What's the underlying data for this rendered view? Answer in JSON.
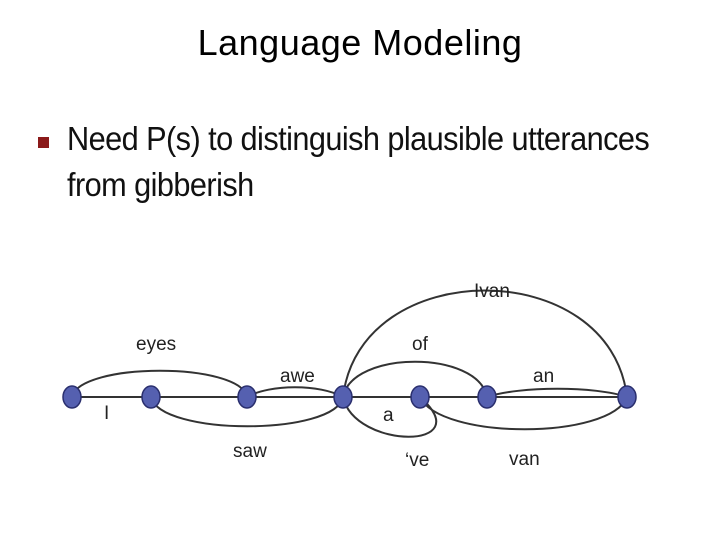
{
  "slide": {
    "title": "Language Modeling",
    "bullet_text": "Need P(s) to distinguish plausible utterances from gibberish"
  },
  "colors": {
    "bullet": "#8b1a1a",
    "node_fill": "#5560b0",
    "node_stroke": "#2a2f6e",
    "edge": "#333333"
  },
  "lattice": {
    "words": [
      "I",
      "eyes",
      "saw",
      "awe",
      "a",
      "of",
      "'ve",
      "Ivan",
      "an",
      "van"
    ],
    "display": {
      "I": "I",
      "eyes": "eyes",
      "saw": "saw",
      "awe": "awe",
      "a": "a",
      "of": "of",
      "ve": "‘ve",
      "Ivan": "Ivan",
      "an": "an",
      "van": "van"
    }
  }
}
